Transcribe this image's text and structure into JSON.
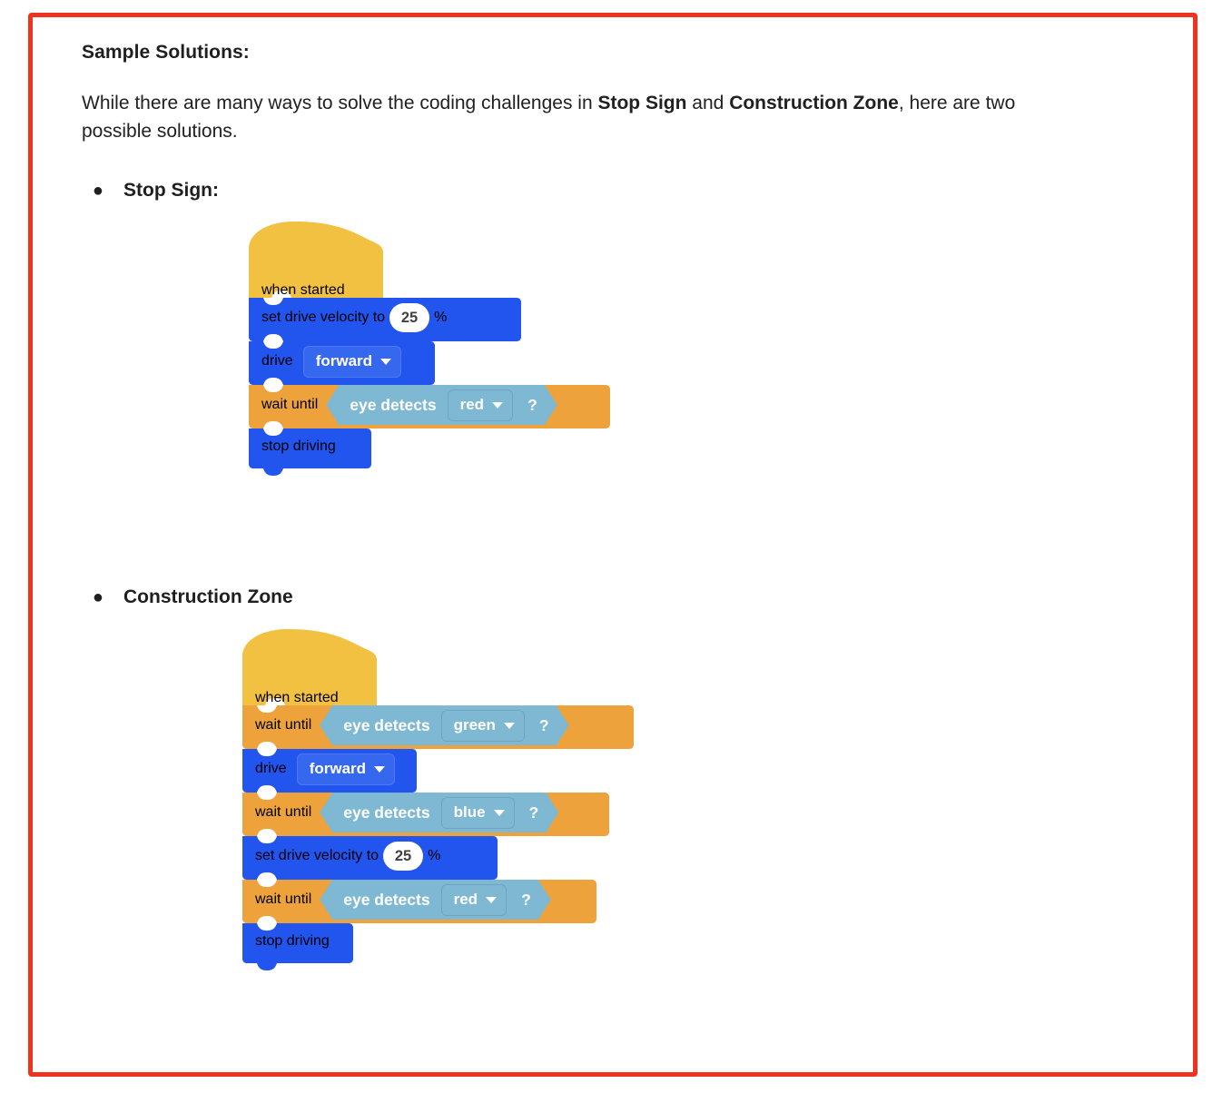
{
  "document": {
    "border_color": "#ee3322",
    "heading": "Sample Solutions:",
    "paragraph": {
      "part1": "While there are many ways to solve the coding challenges in ",
      "bold1": "Stop Sign",
      "part2": " and ",
      "bold2": "Construction Zone",
      "part3": ", here are two possible solutions."
    },
    "bullets": [
      {
        "marker": "●",
        "label": "Stop Sign:"
      },
      {
        "marker": "●",
        "label": "Construction Zone"
      }
    ]
  },
  "palette": {
    "event_yellow": "#f2c141",
    "control_orange": "#eda23c",
    "drivetrain_blue": "#2254ee",
    "sensing_blue": "#7fb8d2",
    "value_white": "#ffffff"
  },
  "programs": [
    {
      "name": "stop-sign-program",
      "blocks": [
        {
          "kind": "hat",
          "category": "event",
          "label": "when started"
        },
        {
          "kind": "stack",
          "category": "drivetrain",
          "label": "set drive velocity to",
          "value": "25",
          "unit": "%"
        },
        {
          "kind": "stack",
          "category": "drivetrain",
          "label": "drive",
          "dropdown": "forward"
        },
        {
          "kind": "stack",
          "category": "control",
          "label": "wait until",
          "boolean": {
            "label": "eye detects",
            "dropdown": "red",
            "question": "?"
          }
        },
        {
          "kind": "stack",
          "category": "drivetrain",
          "label": "stop driving"
        }
      ]
    },
    {
      "name": "construction-zone-program",
      "blocks": [
        {
          "kind": "hat",
          "category": "event",
          "label": "when started"
        },
        {
          "kind": "stack",
          "category": "control",
          "label": "wait until",
          "boolean": {
            "label": "eye detects",
            "dropdown": "green",
            "question": "?"
          }
        },
        {
          "kind": "stack",
          "category": "drivetrain",
          "label": "drive",
          "dropdown": "forward"
        },
        {
          "kind": "stack",
          "category": "control",
          "label": "wait until",
          "boolean": {
            "label": "eye detects",
            "dropdown": "blue",
            "question": "?"
          }
        },
        {
          "kind": "stack",
          "category": "drivetrain",
          "label": "set drive velocity to",
          "value": "25",
          "unit": "%"
        },
        {
          "kind": "stack",
          "category": "control",
          "label": "wait until",
          "boolean": {
            "label": "eye detects",
            "dropdown": "red",
            "question": "?"
          }
        },
        {
          "kind": "stack",
          "category": "drivetrain",
          "label": "stop driving"
        }
      ]
    }
  ]
}
